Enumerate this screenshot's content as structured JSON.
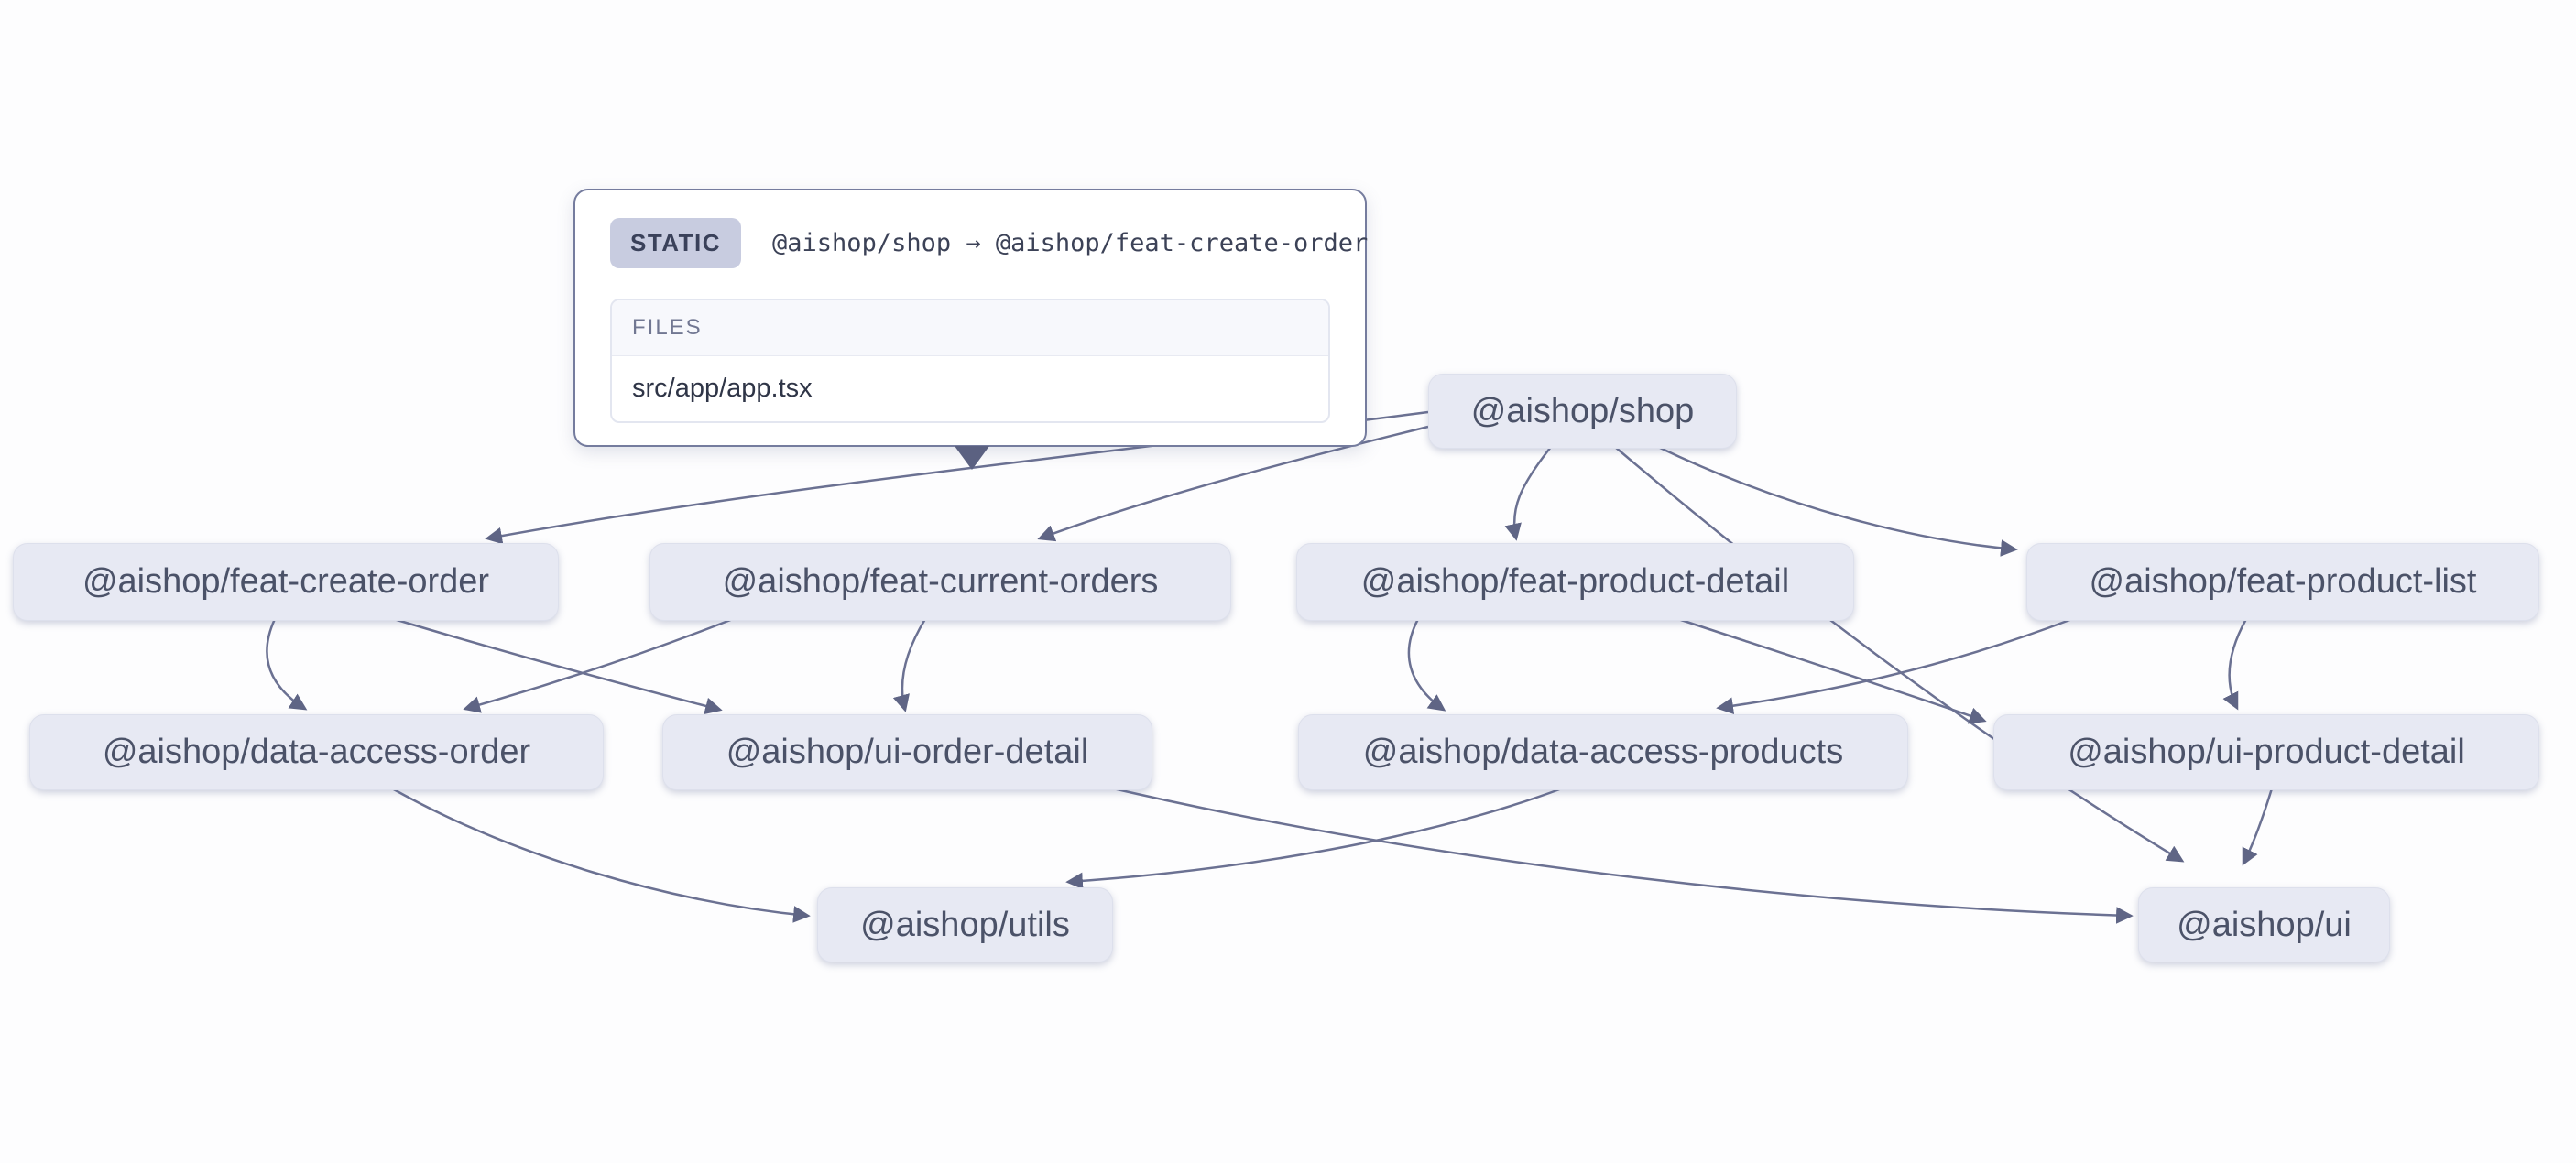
{
  "tooltip": {
    "badge": "STATIC",
    "edge_label": "@aishop/shop → @aishop/feat-create-order",
    "files_header": "FILES",
    "files": [
      "src/app/app.tsx"
    ]
  },
  "graph": {
    "nodes": [
      {
        "id": "shop",
        "label": "@aishop/shop"
      },
      {
        "id": "feat-create-order",
        "label": "@aishop/feat-create-order"
      },
      {
        "id": "feat-current-orders",
        "label": "@aishop/feat-current-orders"
      },
      {
        "id": "feat-product-detail",
        "label": "@aishop/feat-product-detail"
      },
      {
        "id": "feat-product-list",
        "label": "@aishop/feat-product-list"
      },
      {
        "id": "data-access-order",
        "label": "@aishop/data-access-order"
      },
      {
        "id": "ui-order-detail",
        "label": "@aishop/ui-order-detail"
      },
      {
        "id": "data-access-products",
        "label": "@aishop/data-access-products"
      },
      {
        "id": "ui-product-detail",
        "label": "@aishop/ui-product-detail"
      },
      {
        "id": "utils",
        "label": "@aishop/utils"
      },
      {
        "id": "ui",
        "label": "@aishop/ui"
      }
    ],
    "edges": [
      {
        "source": "shop",
        "target": "feat-create-order",
        "type": "static",
        "highlighted": true
      },
      {
        "source": "shop",
        "target": "feat-current-orders"
      },
      {
        "source": "shop",
        "target": "feat-product-detail"
      },
      {
        "source": "shop",
        "target": "feat-product-list"
      },
      {
        "source": "shop",
        "target": "ui"
      },
      {
        "source": "feat-create-order",
        "target": "data-access-order"
      },
      {
        "source": "feat-create-order",
        "target": "ui-order-detail"
      },
      {
        "source": "feat-current-orders",
        "target": "data-access-order"
      },
      {
        "source": "feat-current-orders",
        "target": "ui-order-detail"
      },
      {
        "source": "feat-product-detail",
        "target": "data-access-products"
      },
      {
        "source": "feat-product-detail",
        "target": "ui-product-detail"
      },
      {
        "source": "feat-product-list",
        "target": "data-access-products"
      },
      {
        "source": "feat-product-list",
        "target": "ui-product-detail"
      },
      {
        "source": "data-access-order",
        "target": "utils"
      },
      {
        "source": "data-access-products",
        "target": "utils"
      },
      {
        "source": "ui-order-detail",
        "target": "ui"
      },
      {
        "source": "ui-product-detail",
        "target": "ui"
      }
    ]
  },
  "colors": {
    "canvas": "#fdfdfe",
    "node_fill": "#e7e9f3",
    "node_text": "#4b5268",
    "edge": "#6b7192",
    "tooltip_border": "#757c9e",
    "badge_bg": "#c8cce0"
  }
}
